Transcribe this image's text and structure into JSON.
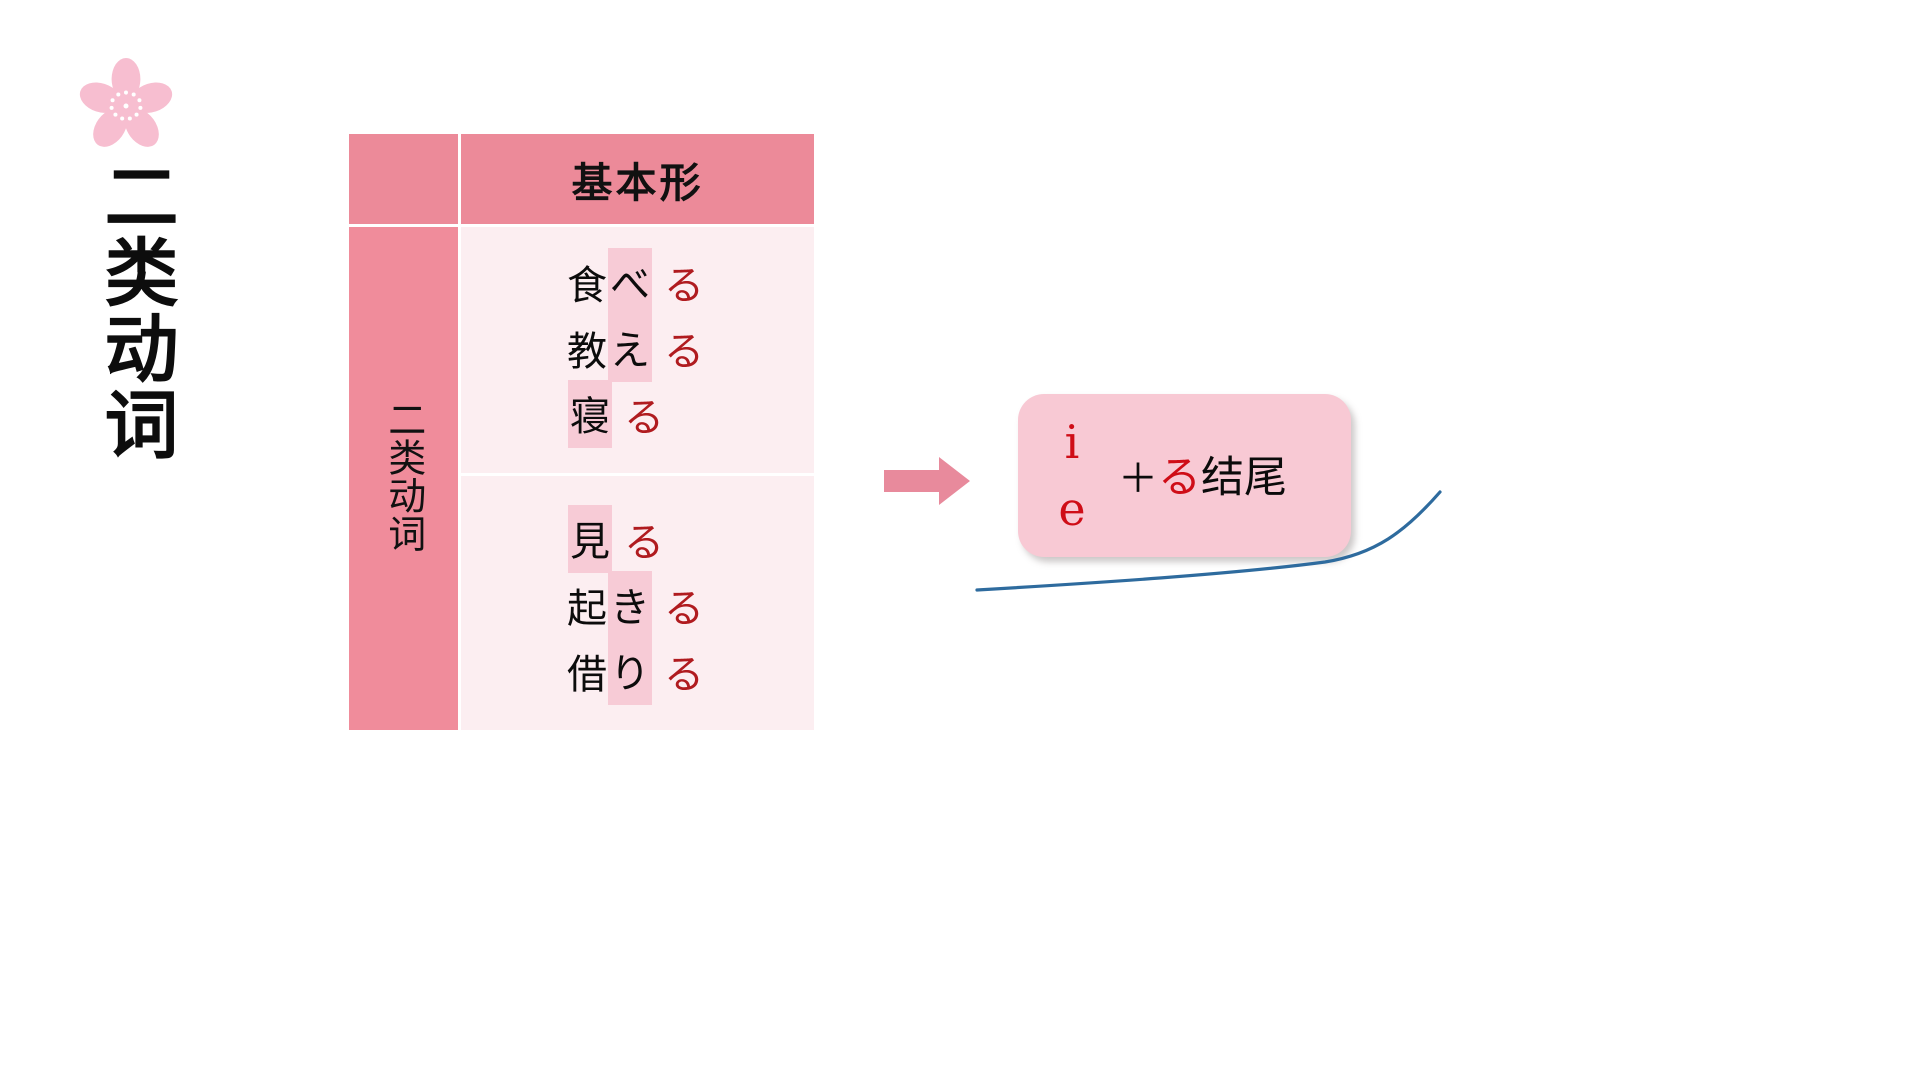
{
  "slide": {
    "title_vertical": "二类动词",
    "sakura_icon": "sakura-flower-icon",
    "accent_pink": "#ec8a99",
    "body_pink": "#fceef1",
    "highlight_pink": "#f7cbd6",
    "callout_pink": "#f8c9d4",
    "red_text": "#b01b1f",
    "blue_annotation": "#2e6b9e"
  },
  "table": {
    "header": {
      "corner_label": "",
      "basic_form_label": "基本形"
    },
    "side_label": "二类动词",
    "groups": [
      {
        "name": "group-e-stem",
        "verbs": [
          {
            "stem": "食",
            "highlight": "べ",
            "suffix": "る"
          },
          {
            "stem": "教",
            "highlight": "え",
            "suffix": "る"
          },
          {
            "stem": "",
            "highlight": "寝",
            "suffix": "る"
          }
        ]
      },
      {
        "name": "group-i-stem",
        "verbs": [
          {
            "stem": "",
            "highlight": "見",
            "suffix": "る"
          },
          {
            "stem": "起",
            "highlight": "き",
            "suffix": "る"
          },
          {
            "stem": "借",
            "highlight": "り",
            "suffix": "る"
          }
        ]
      }
    ]
  },
  "callout": {
    "arrow_icon": "right-arrow-icon",
    "vowels": [
      "i",
      "e"
    ],
    "plus_sign": "＋",
    "ru_kana": "る",
    "tail_label": "结尾"
  }
}
